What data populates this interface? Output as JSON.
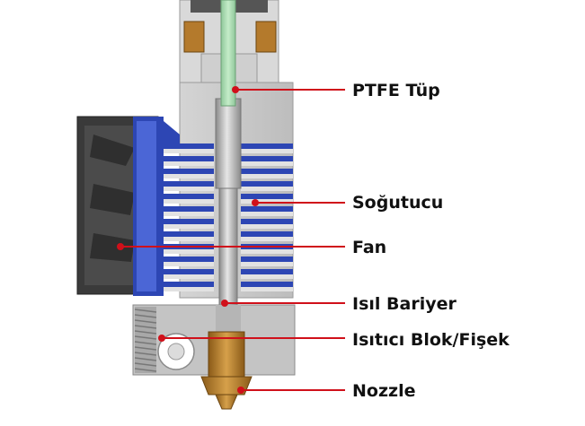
{
  "colors": {
    "accent_line": "#d0101a",
    "ptfe_tube": "#a9d9b0",
    "heatsink": "#c8c8c8",
    "fan_body": "#3a3a3a",
    "fan_blue": "#2d46b4",
    "brass": "#b07a28",
    "heater_block": "#c4c4c4"
  },
  "labels": [
    {
      "id": "ptfe",
      "text": "PTFE Tüp"
    },
    {
      "id": "heatsink",
      "text": "Soğutucu"
    },
    {
      "id": "fan",
      "text": "Fan"
    },
    {
      "id": "heatbreak",
      "text": "Isıl Bariyer"
    },
    {
      "id": "heater",
      "text": "Isıtıcı Blok/Fişek"
    },
    {
      "id": "nozzle",
      "text": "Nozzle"
    }
  ]
}
